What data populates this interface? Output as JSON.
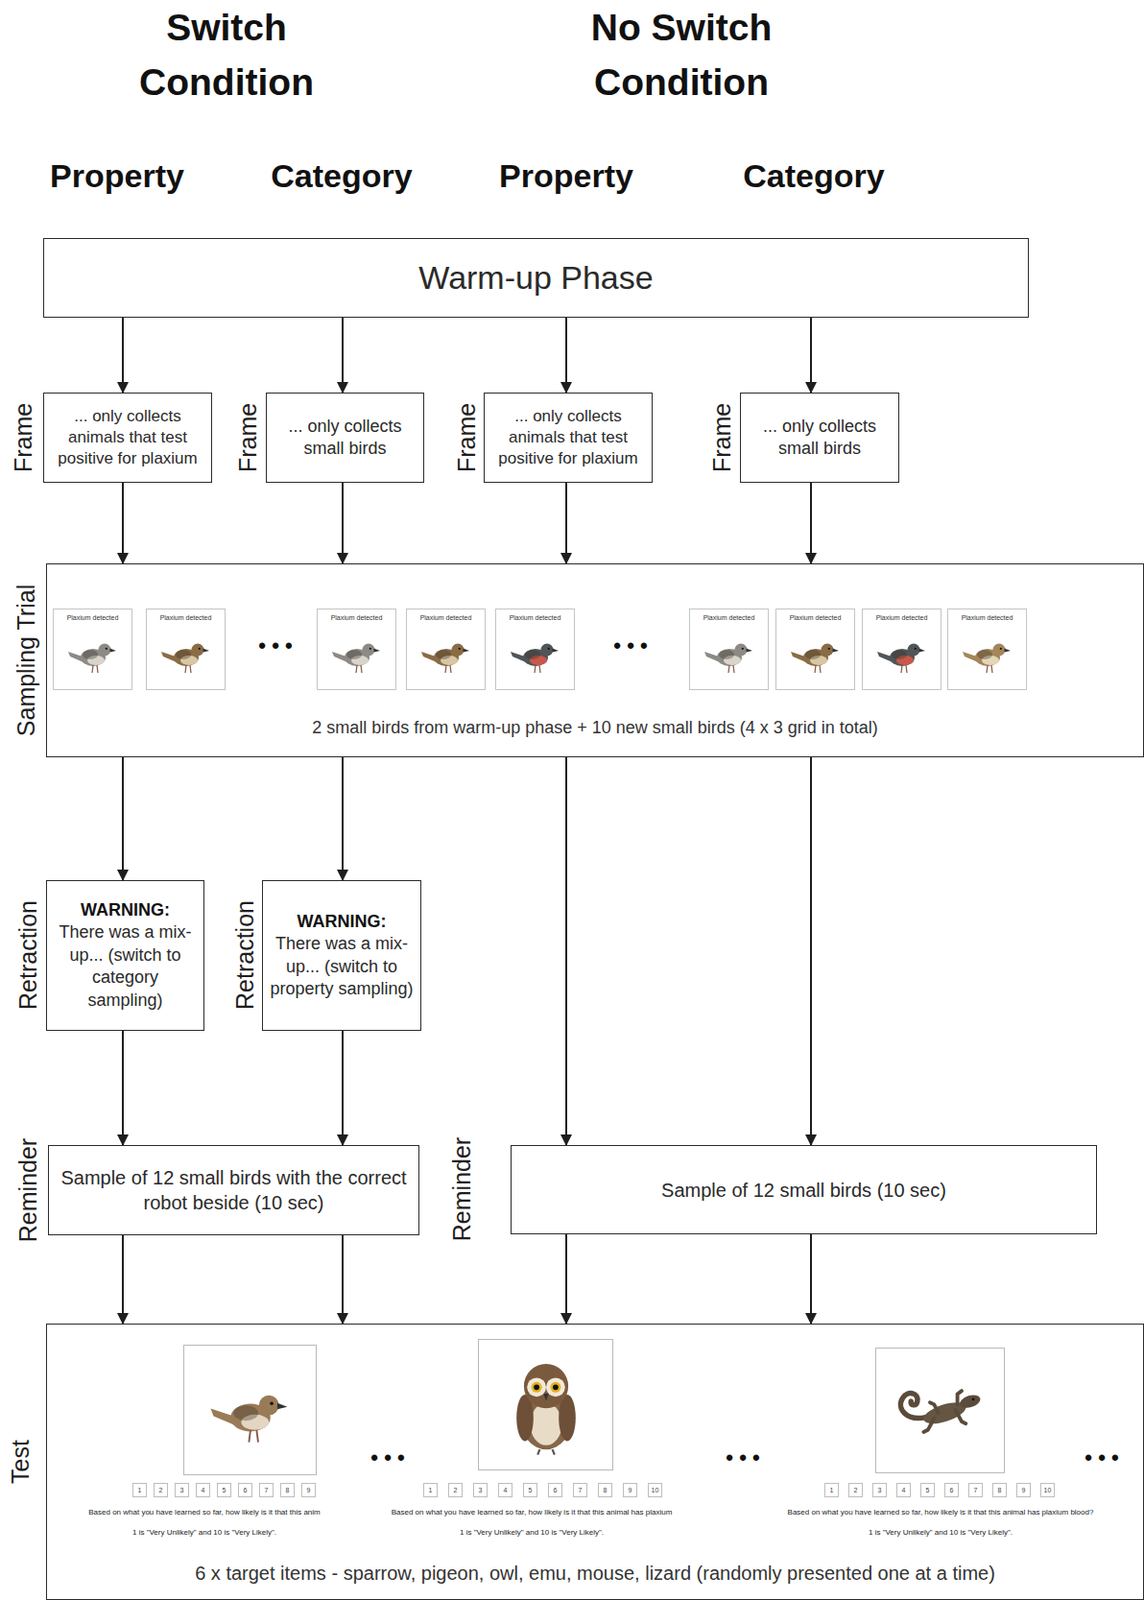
{
  "diagram": {
    "nodes": [
      {
        "text": [
          "Warm-up Phase"
        ]
      },
      {
        "text": [
          "Frame",
          "... only collects animals that test positive for plaxium"
        ]
      },
      {
        "text": [
          "Frame",
          "... only collects small birds"
        ]
      },
      {
        "text": [
          "Frame",
          "... only collects animals that test positive for plaxium"
        ]
      },
      {
        "text": [
          "Frame",
          "... only collects small birds"
        ]
      },
      {
        "text": [
          "Sampling Trial",
          "2 small birds from warm-up phase + 10 new small birds (4 x 3 grid in total)"
        ]
      },
      {
        "text": [
          "Retraction",
          "WARNING:",
          "There was a mix-up... (switch to category sampling)"
        ]
      },
      {
        "text": [
          "Retraction",
          "WARNING:",
          "There was a mix-up... (switch to property sampling)"
        ]
      },
      {
        "text": [
          "Reminder",
          "Sample of 12 small birds with the correct robot beside (10 sec)"
        ]
      },
      {
        "text": [
          "Reminder",
          "Sample of 12 small birds (10 sec)"
        ]
      },
      {
        "text": [
          "Test",
          "6 x target items - sparrow, pigeon, owl, emu, mouse, lizard (randomly presented one at a time)"
        ]
      }
    ],
    "edges": [
      {
        "from": 0,
        "to": 1,
        "arrow": "to"
      },
      {
        "from": 0,
        "to": 2,
        "arrow": "to"
      },
      {
        "from": 0,
        "to": 3,
        "arrow": "to"
      },
      {
        "from": 0,
        "to": 4,
        "arrow": "to"
      },
      {
        "from": 1,
        "to": 5,
        "arrow": "to"
      },
      {
        "from": 2,
        "to": 5,
        "arrow": "to"
      },
      {
        "from": 3,
        "to": 5,
        "arrow": "to"
      },
      {
        "from": 4,
        "to": 5,
        "arrow": "to"
      },
      {
        "from": 5,
        "to": 6,
        "arrow": "to"
      },
      {
        "from": 5,
        "to": 7,
        "arrow": "to"
      },
      {
        "from": 5,
        "to": 9,
        "arrow": "to"
      },
      {
        "from": 5,
        "to": 9,
        "arrow": "to"
      },
      {
        "from": 6,
        "to": 8,
        "arrow": "to"
      },
      {
        "from": 7,
        "to": 8,
        "arrow": "to"
      },
      {
        "from": 8,
        "to": 10,
        "arrow": "to"
      },
      {
        "from": 8,
        "to": 10,
        "arrow": "to"
      },
      {
        "from": 9,
        "to": 10,
        "arrow": "to"
      },
      {
        "from": 9,
        "to": 10,
        "arrow": "to"
      }
    ],
    "labels": [
      "Switch Condition",
      "No Switch Condition",
      "Property",
      "Category",
      "Property",
      "Category",
      "Plaxium detected",
      "Plaxium detected",
      "Plaxium detected",
      "Plaxium detected",
      "Plaxium detected",
      "Plaxium detected",
      "Plaxium detected",
      "Plaxium detected",
      "Plaxium detected",
      "• • •",
      "• • •",
      "1",
      "2",
      "3",
      "4",
      "5",
      "6",
      "7",
      "8",
      "9",
      "Based on what you have learned so far, how likely is it that this anim",
      "1 is \"Very Unlikely\" and 10 is \"Very Likely\".",
      "• • •",
      "1",
      "2",
      "3",
      "4",
      "5",
      "6",
      "7",
      "8",
      "9",
      "10",
      "Based on what you have learned so far, how likely is it that this animal has plaxium",
      "1 is \"Very Unlikely\" and 10 is \"Very Likely\".",
      "• • •",
      "1",
      "2",
      "3",
      "4",
      "5",
      "6",
      "7",
      "8",
      "9",
      "10",
      "Based on what you have learned so far, how likely is it that this animal has plaxium blood?",
      "1 is \"Very Unlikely\" and 10 is \"Very Likely\".",
      "• • •"
    ]
  }
}
